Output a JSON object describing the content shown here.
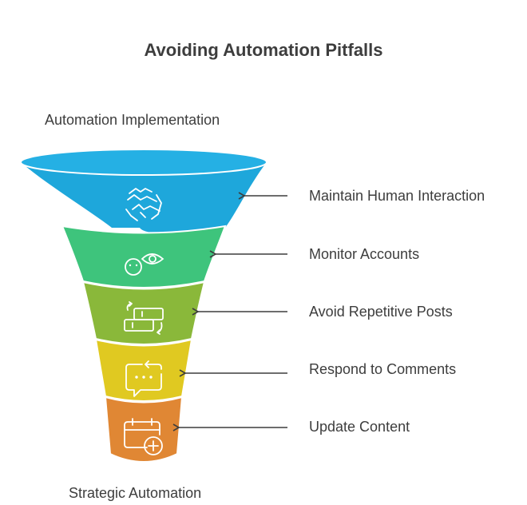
{
  "title": "Avoiding Automation Pitfalls",
  "top_label": "Automation Implementation",
  "bottom_label": "Strategic Automation",
  "stages": [
    {
      "label": "Maintain Human Interaction",
      "icon": "handshake-icon",
      "color": "#1ea7db"
    },
    {
      "label": "Monitor Accounts",
      "icon": "eye-icon",
      "color": "#3ec47c"
    },
    {
      "label": "Avoid Repetitive Posts",
      "icon": "repeat-tickets-icon",
      "color": "#8ab83a"
    },
    {
      "label": "Respond to Comments",
      "icon": "comment-reply-icon",
      "color": "#e0c921"
    },
    {
      "label": "Update Content",
      "icon": "calendar-add-icon",
      "color": "#e08734"
    }
  ]
}
